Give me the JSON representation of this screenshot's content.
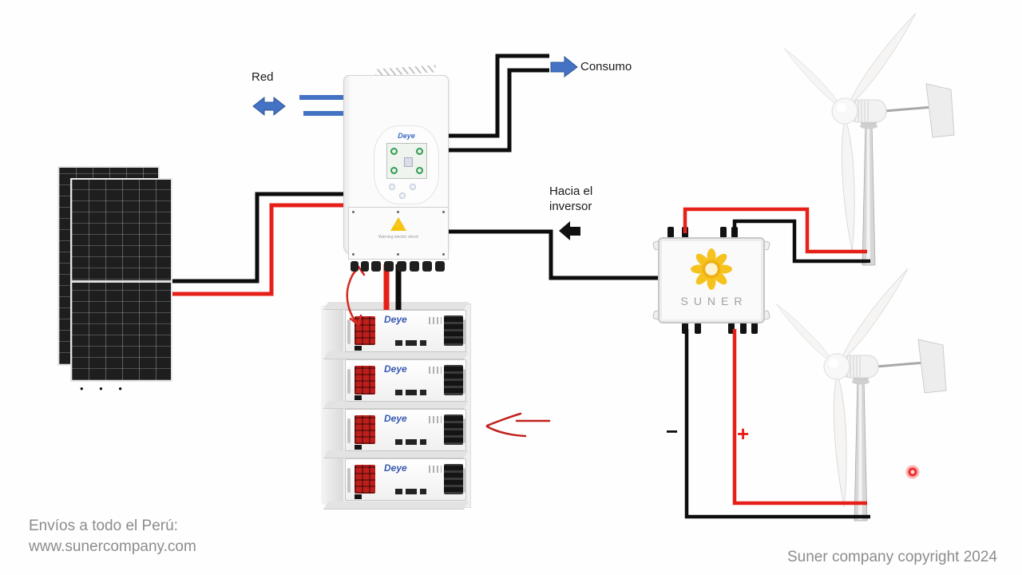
{
  "title": "Hybrid solar and wind power system diagram",
  "labels": {
    "grid": "Red",
    "consumption": "Consumo",
    "to_inverter": [
      "Hacia el",
      "inversor"
    ],
    "negative": "−",
    "positive": "+",
    "panels_ellipsis": "• • •"
  },
  "devices": {
    "inverter_brand": "Deye",
    "inverter_warning": "Warning electric shock",
    "battery_brand": "Deye",
    "controller_brand": "SUNER"
  },
  "footer": {
    "shipping_line1": "Envíos a todo el Perú:",
    "shipping_line2": "www.sunercompany.com",
    "copyright": "Suner company copyright 2024"
  },
  "colors": {
    "wire_positive": "#e62019",
    "wire_negative": "#0d0d0d",
    "accent_blue": "#4472c4",
    "brand_blue": "#3b6bc6",
    "sun_yellow": "#f6c21d",
    "muted_text": "#8c8c8c"
  }
}
